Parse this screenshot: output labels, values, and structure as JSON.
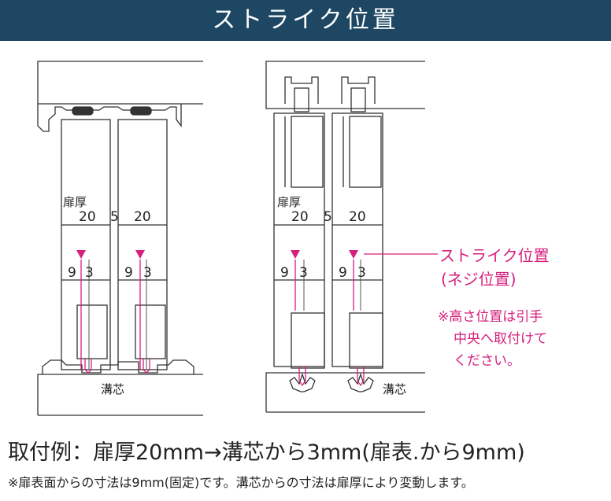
{
  "header": {
    "title": "ストライク位置"
  },
  "left_diagram": {
    "door_thickness_label": "扉厚",
    "dim_left": "20",
    "dim_gap": "5",
    "dim_right": "20",
    "offset_a": "9",
    "offset_b": "3",
    "groove_label": "溝芯"
  },
  "right_diagram": {
    "door_thickness_label": "扉厚",
    "dim_left": "20",
    "dim_gap": "5",
    "dim_right": "20",
    "offset_a": "9",
    "offset_b": "3",
    "groove_label": "溝芯"
  },
  "callout": {
    "title": "ストライク位置",
    "subtitle": "(ネジ位置)",
    "note_line1": "※高さ位置は引手",
    "note_line2": "中央へ取付けて",
    "note_line3": "ください。"
  },
  "caption": {
    "main": "取付例：扉厚20mm→溝芯から3mm(扉表.から9mm)",
    "note": "※扉表面からの寸法は9mm(固定)です。溝芯からの寸法は扉厚により変動します。"
  },
  "colors": {
    "header_bg": "#1d4763",
    "accent": "#d6207d",
    "line": "#333333"
  }
}
